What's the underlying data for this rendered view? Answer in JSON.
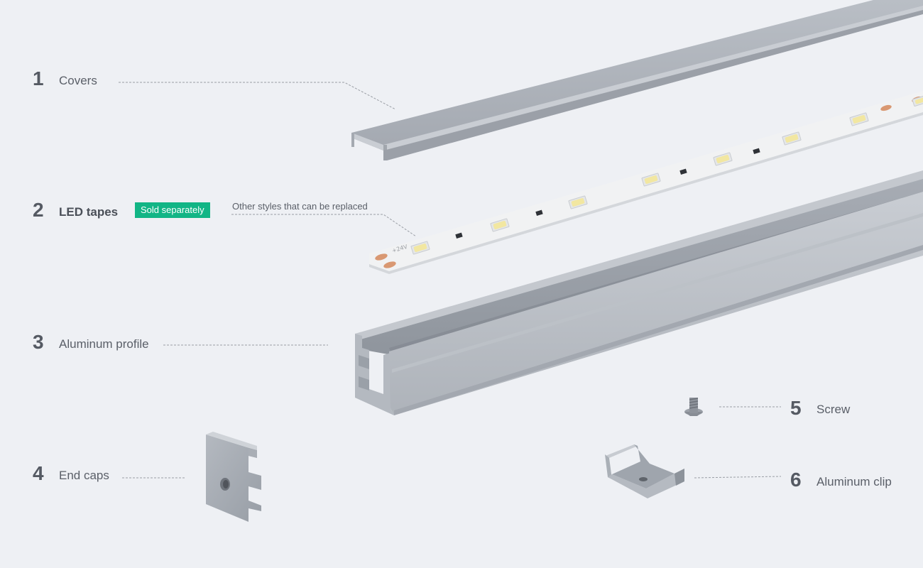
{
  "parts": [
    {
      "number": "1",
      "label": "Covers"
    },
    {
      "number": "2",
      "label": "LED tapes",
      "badge": "Sold separately",
      "note": "Other styles that can be replaced"
    },
    {
      "number": "3",
      "label": "Aluminum profile"
    },
    {
      "number": "4",
      "label": "End caps"
    },
    {
      "number": "5",
      "label": "Screw"
    },
    {
      "number": "6",
      "label": "Aluminum clip"
    }
  ],
  "colors": {
    "background": "#eef0f4",
    "badge": "#12b585",
    "text": "#5a5f68",
    "aluminum": "#b7bcc3"
  },
  "tape_marking": "+24V"
}
